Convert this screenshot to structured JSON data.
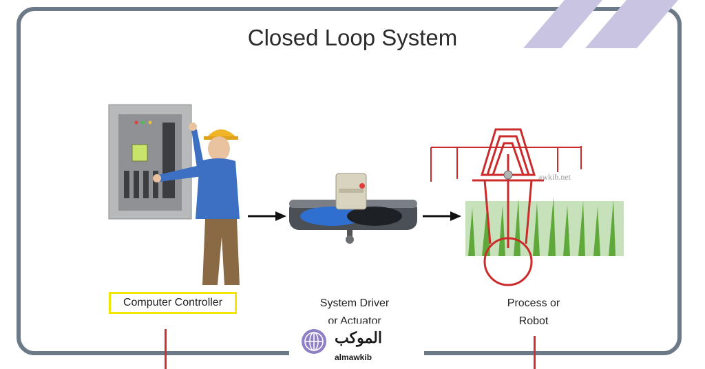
{
  "title": "Closed Loop System",
  "nodes": {
    "controller": {
      "label": "Computer Controller"
    },
    "driver": {
      "line1": "System Driver",
      "line2": "or Actuator"
    },
    "process": {
      "line1": "Process or",
      "line2": "Robot"
    }
  },
  "watermark": "awkib.net",
  "logo": {
    "arabic": "الموكب",
    "latin": "almawkib"
  },
  "colors": {
    "frame": "#6b7a86",
    "highlight": "#f2e600",
    "feedback": "#d23030",
    "robot": "#cc2b2b",
    "crop": "#5fa83a"
  }
}
